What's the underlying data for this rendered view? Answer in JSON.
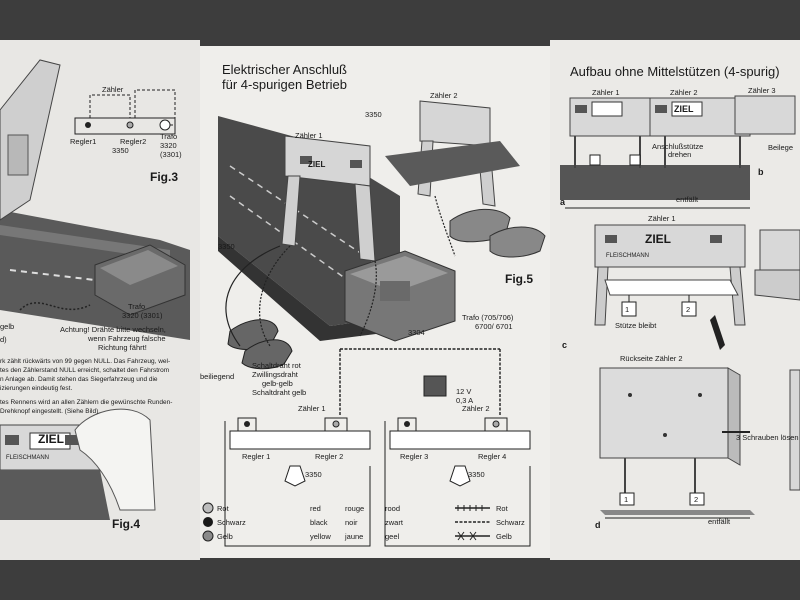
{
  "left_panel": {
    "top_labels": {
      "zahler": "Zähler",
      "regler1": "Regler1",
      "regler2": "Regler2",
      "num_3350": "3350",
      "trafo": "Trafo",
      "trafo_nums": "3320",
      "trafo_nums2": "(3301)"
    },
    "fig3": "Fig.3",
    "trafo_label": "Trafo",
    "trafo_label_nums": "3320 (3301)",
    "warning": [
      "Achtung! Drähte bitte wechseln,",
      "wenn Fahrzeug falsche",
      "Richtung fährt!"
    ],
    "fragments": [
      "gelb",
      "d)"
    ],
    "body_text": [
      "rk zählt rückwärts von 99 gegen NULL. Das Fahrzeug, wel-",
      "tes den Zählerstand NULL erreicht, schaltet den Fahrstrom",
      "n Anlage ab. Damit stehen das Siegerfahrzeug und die",
      "izierungen eindeutig fest.",
      "tes Rennens wird an allen Zählern die gewünschte Runden-",
      "Drehknopf eingestellt. (Siehe Bild)"
    ],
    "fig4": "Fig.4",
    "ziel_sign": "ZIEL",
    "brand": "FLEISCHMANN"
  },
  "middle_panel": {
    "title_line1": "Elektrischer Anschluß",
    "title_line2": "für 4-spurigen Betrieb",
    "zahler1": "Zähler 1",
    "zahler2": "Zähler 2",
    "num_3350_top": "3350",
    "num_3350_left": "3350",
    "fig5": "Fig.5",
    "trafo": "Trafo  (705/706)",
    "trafo2": "6700/ 6701",
    "num_3304": "3304",
    "beiliegend": "beiliegend",
    "wires": [
      "Schaltdraht rot",
      "Zwillingsdraht",
      "gelb-gelb",
      "Schaltdraht gelb"
    ],
    "voltage": [
      "12 V",
      "0,3 A"
    ],
    "diagram": {
      "zahler1": "Zähler 1",
      "zahler2": "Zähler 2",
      "regler1": "Regler 1",
      "regler2": "Regler 2",
      "regler3": "Regler 3",
      "regler4": "Regler 4",
      "num1": "3350",
      "num2": "3350"
    },
    "legend": {
      "rows": [
        {
          "de": "Rot",
          "en": "red",
          "fr": "rouge",
          "nl": "rood"
        },
        {
          "de": "Schwarz",
          "en": "black",
          "fr": "noir",
          "nl": "zwart"
        },
        {
          "de": "Gelb",
          "en": "yellow",
          "fr": "jaune",
          "nl": "geel"
        }
      ],
      "wire_types": [
        "Rot",
        "Schwarz",
        "Gelb"
      ],
      "colors": {
        "rot": "#bdbdbd",
        "schwarz": "#1a1a1a",
        "gelb": "#8a8a8a"
      }
    },
    "ziel_sign": "ZIEL"
  },
  "right_panel": {
    "title": "Aufbau ohne Mittelstützen  (4-spurig)",
    "top_zahler": [
      "Zähler 1",
      "Zähler 2",
      "Zähler 3"
    ],
    "anschluss": [
      "Anschlußstütze",
      "drehen"
    ],
    "beilege": "Beilege",
    "entfallt": "entfällt",
    "label_a": "a",
    "label_b": "b",
    "mid_zahler": "Zähler 1",
    "stutze": "Stütze bleibt",
    "label_c": "c",
    "ruckseite": "Rückseite Zähler 2",
    "schrauben": "3 Schrauben lösen",
    "label_d": "d",
    "entfallt2": "entfällt",
    "ziel_sign": "ZIEL",
    "brand": "FLEISCHMANN",
    "box_nums": [
      "1",
      "2",
      "1",
      "2"
    ]
  }
}
